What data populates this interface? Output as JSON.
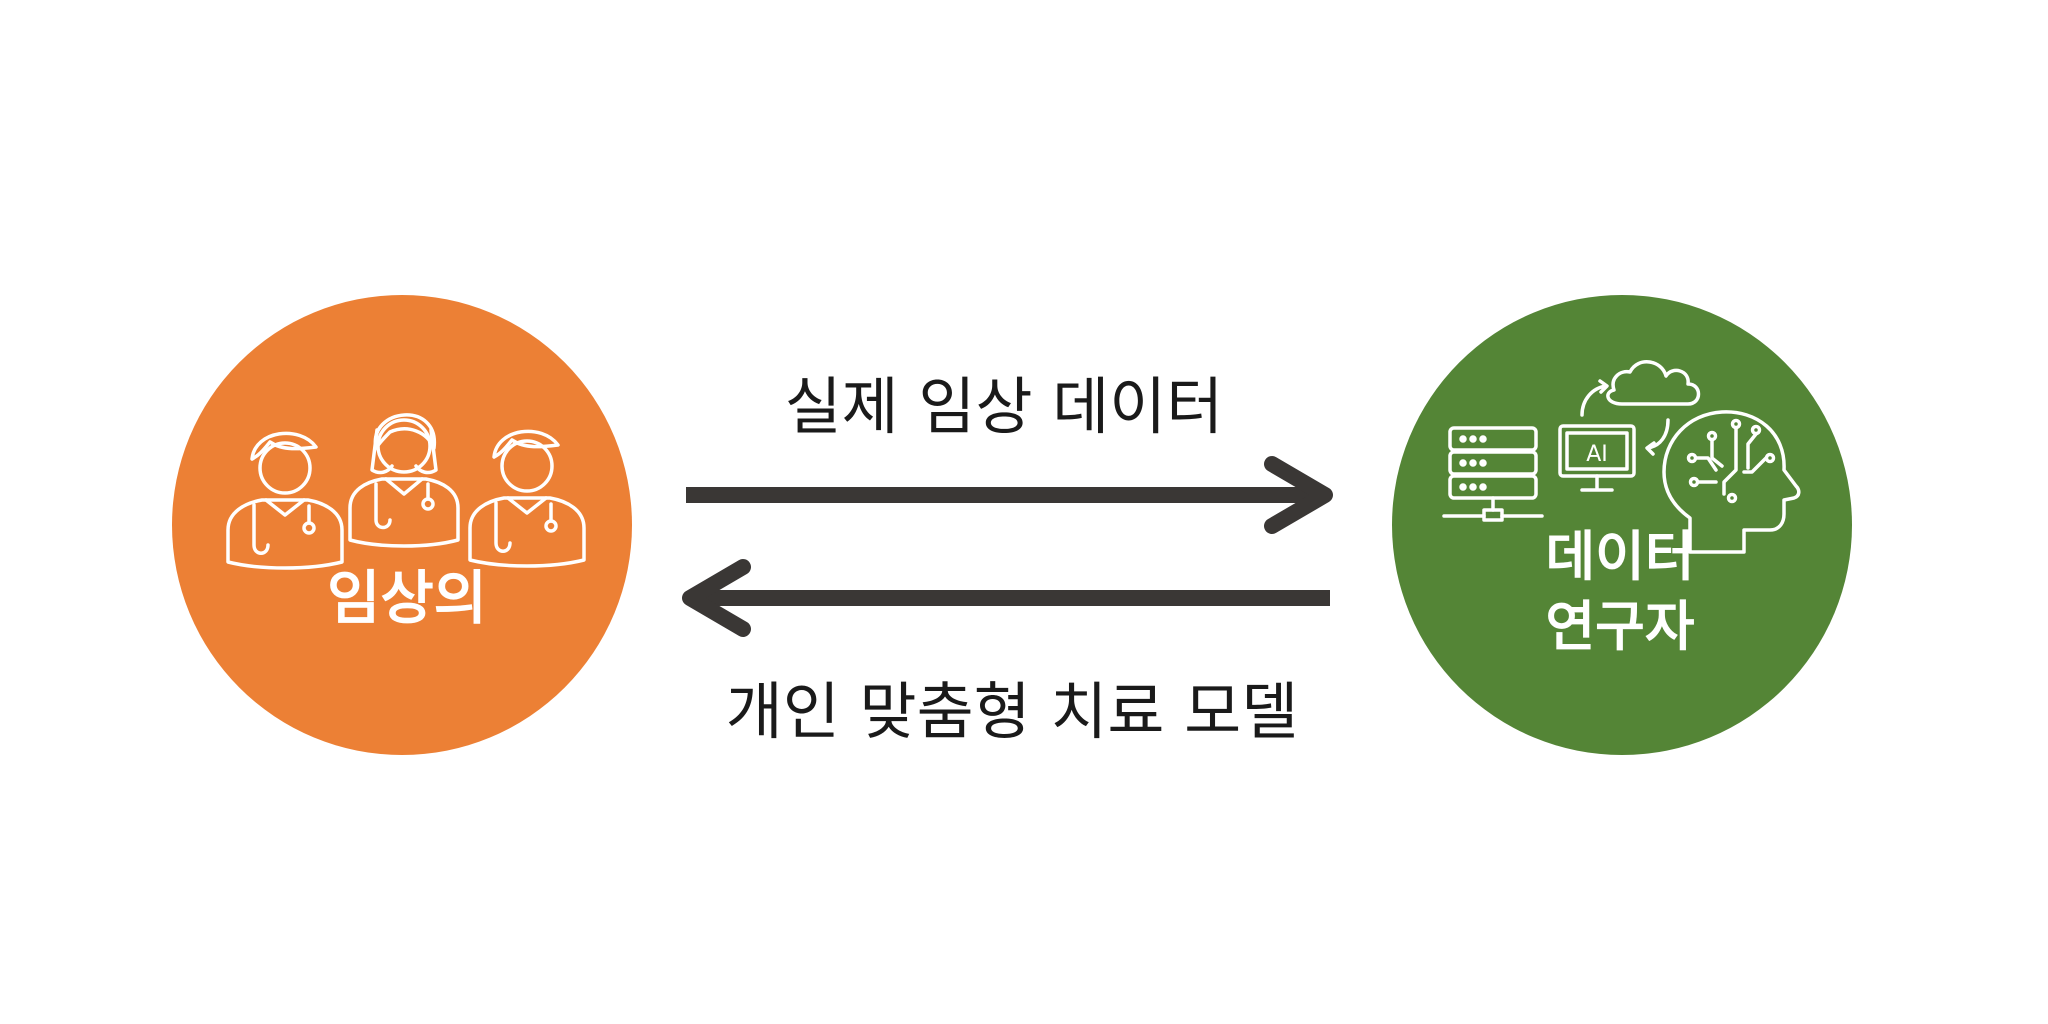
{
  "colors": {
    "clinician": "#EC8035",
    "researcher": "#548536",
    "arrow": "#3A3735",
    "text": "#1A1A1A",
    "icon": "#FFFFFF"
  },
  "nodes": {
    "clinician": {
      "label": "임상의",
      "icon": "doctors-group-icon"
    },
    "researcher": {
      "label_line1": "데이터",
      "label_line2": "연구자",
      "icons": [
        "server-icon",
        "ai-monitor-icon",
        "cloud-icon",
        "ai-head-icon"
      ],
      "ai_text": "AI"
    }
  },
  "edges": [
    {
      "direction": "clinician-to-researcher",
      "label": "실제 임상 데이터"
    },
    {
      "direction": "researcher-to-clinician",
      "label": "개인 맞춤형 치료 모델"
    }
  ]
}
